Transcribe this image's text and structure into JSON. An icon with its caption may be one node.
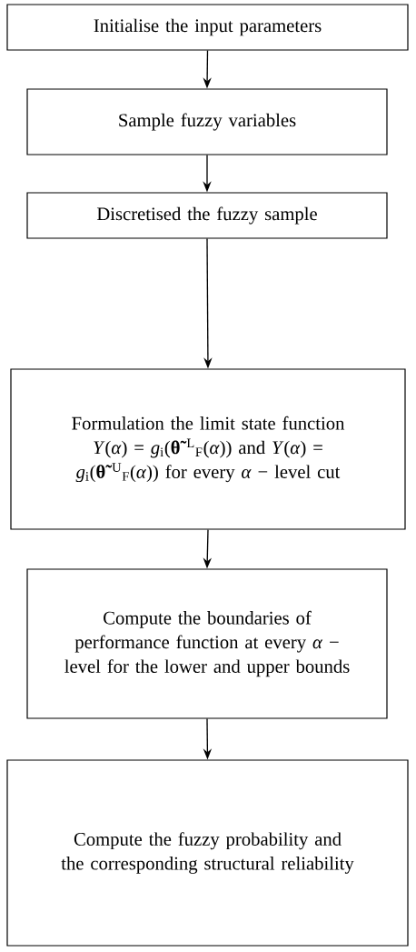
{
  "diagram": {
    "nodes": [
      {
        "text": [
          "Initialise the input parameters"
        ]
      },
      {
        "text": [
          "Sample fuzzy variables"
        ]
      },
      {
        "text": [
          "Discretised the fuzzy sample"
        ]
      },
      {
        "text": [
          "Formulation the limit state function *Y*(*α*) = *g*$_{i}$(**θ̃**$^{L}$$_{F}$(*α*)) and *Y*(*α*) = *g*$_{i}$(**θ̃**$^{U}$$_{F}$(*α*)) for every *α* − level cut"
        ]
      },
      {
        "text": [
          "Compute the boundaries of performance function at every *α* − level for the lower and upper bounds"
        ]
      },
      {
        "text": [
          "Compute the fuzzy probability and the corresponding structural reliability"
        ]
      }
    ],
    "edges": [
      {
        "from": 0,
        "to": 1,
        "arrow": "to"
      },
      {
        "from": 1,
        "to": 2,
        "arrow": "to"
      },
      {
        "from": 2,
        "to": 3,
        "arrow": "to"
      },
      {
        "from": 3,
        "to": 4,
        "arrow": "to"
      },
      {
        "from": 4,
        "to": 5,
        "arrow": "to"
      }
    ]
  }
}
